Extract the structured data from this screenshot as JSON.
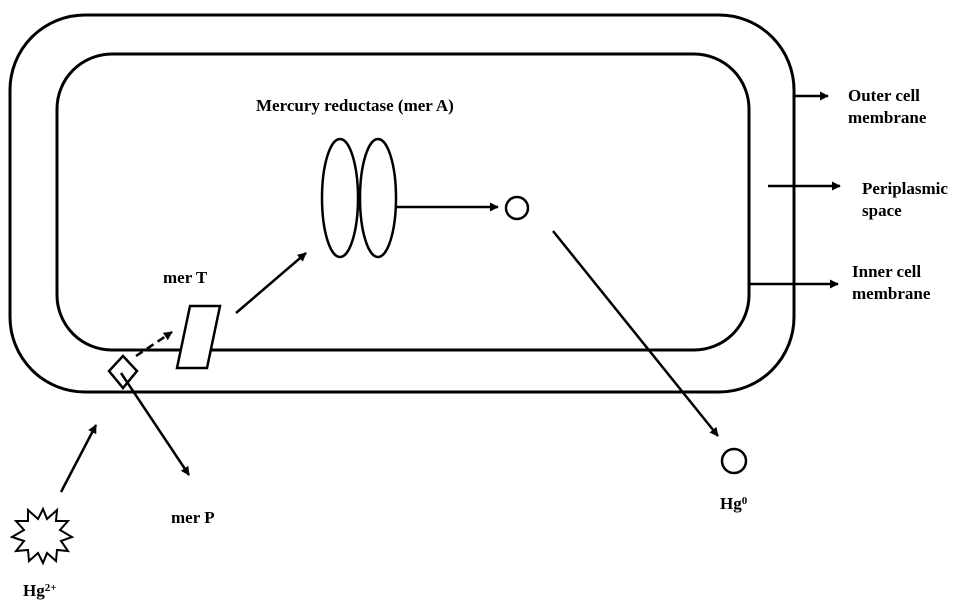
{
  "diagram": {
    "title": "Mercury reductase (mer A)",
    "labels": {
      "outer_membrane": "Outer cell membrane",
      "periplasmic_space": "Periplasmic space",
      "inner_membrane": "Inner cell membrane",
      "mer_t": "mer T",
      "mer_p": "mer P",
      "hg2_base": "Hg",
      "hg2_sup": "2+",
      "hg0_base": "Hg",
      "hg0_sup": "0"
    },
    "colors": {
      "stroke": "#000000",
      "background": "#ffffff"
    }
  }
}
